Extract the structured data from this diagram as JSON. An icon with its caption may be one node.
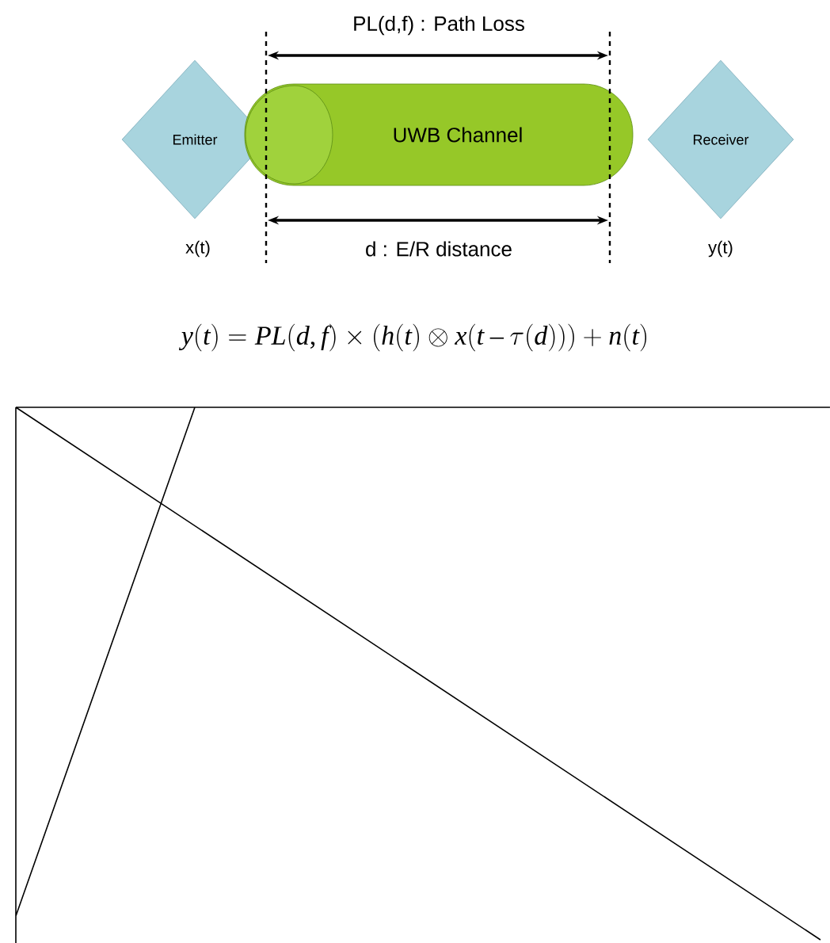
{
  "diagram": {
    "nodes": [
      {
        "text": [
          "Emitter"
        ],
        "beside": [
          "x(t)"
        ]
      },
      {
        "text": [
          "UWB Channel"
        ]
      },
      {
        "text": [
          "Receiver"
        ],
        "beside": [
          "y(t)"
        ]
      }
    ],
    "labels": [
      "PL(d,f) : Path Loss",
      "d : E/R distance",
      "y(t)=PL(d,f)\\times\\bigl(h(t)\\otimes x(t-\\tau(d))\\bigr)+n(t)"
    ]
  }
}
